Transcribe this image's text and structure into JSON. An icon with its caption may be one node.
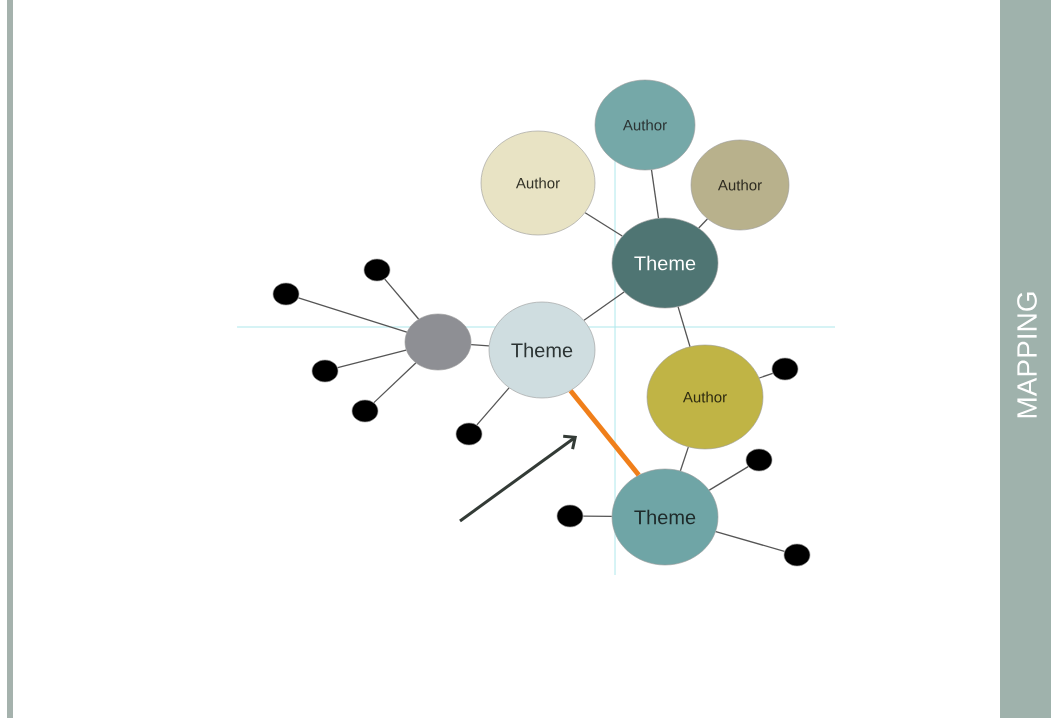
{
  "diagram": {
    "nodes": [
      {
        "text": [
          "Author"
        ]
      },
      {
        "text": [
          "Author"
        ]
      },
      {
        "text": [
          "Author"
        ]
      },
      {
        "text": [
          "Theme"
        ]
      },
      {
        "text": [
          "Theme"
        ]
      },
      {
        "text": [],
        "shape": "circle"
      },
      {
        "text": [
          "Author"
        ]
      },
      {
        "text": [
          "Theme"
        ]
      },
      {
        "text": [],
        "shape": "circle"
      },
      {
        "text": [],
        "shape": "circle"
      },
      {
        "text": [],
        "shape": "circle"
      },
      {
        "text": [],
        "shape": "circle"
      },
      {
        "text": [],
        "shape": "circle"
      },
      {
        "text": [],
        "shape": "circle"
      },
      {
        "text": [],
        "shape": "circle"
      },
      {
        "text": [],
        "shape": "circle"
      },
      {
        "text": [],
        "shape": "circle"
      }
    ],
    "edges": [
      {
        "from": 0,
        "to": 3,
        "arrow": "none"
      },
      {
        "from": 1,
        "to": 3,
        "arrow": "none"
      },
      {
        "from": 2,
        "to": 3,
        "arrow": "none"
      },
      {
        "from": 3,
        "to": 4,
        "arrow": "none"
      },
      {
        "from": 3,
        "to": 6,
        "arrow": "none"
      },
      {
        "from": 5,
        "to": 4,
        "arrow": "none"
      },
      {
        "from": 5,
        "to": 8,
        "arrow": "none"
      },
      {
        "from": 5,
        "to": 9,
        "arrow": "none"
      },
      {
        "from": 5,
        "to": 11,
        "arrow": "none"
      },
      {
        "from": 5,
        "to": 12,
        "arrow": "none"
      },
      {
        "from": 4,
        "to": 13,
        "arrow": "none"
      },
      {
        "from": 4,
        "to": 7,
        "arrow": "none",
        "style": "thick",
        "color": "#f07f1a"
      },
      {
        "from": 6,
        "to": 10,
        "arrow": "none"
      },
      {
        "from": 6,
        "to": 7,
        "arrow": "none"
      },
      {
        "from": 7,
        "to": 14,
        "arrow": "none"
      },
      {
        "from": 7,
        "to": 15,
        "arrow": "none"
      },
      {
        "from": 7,
        "to": 16,
        "arrow": "none"
      }
    ],
    "labels": [
      "MAPPING"
    ]
  }
}
